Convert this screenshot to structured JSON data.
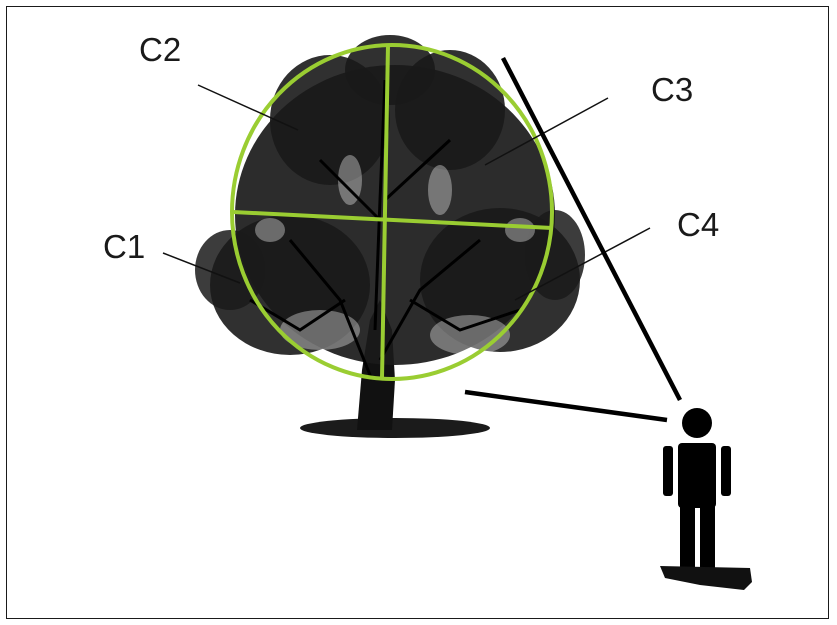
{
  "labels": {
    "c1": "C1",
    "c2": "C2",
    "c3": "C3",
    "c4": "C4"
  },
  "colors": {
    "crosshair": "#9acd32",
    "ink": "#111111",
    "frame": "#1a1a1a"
  }
}
